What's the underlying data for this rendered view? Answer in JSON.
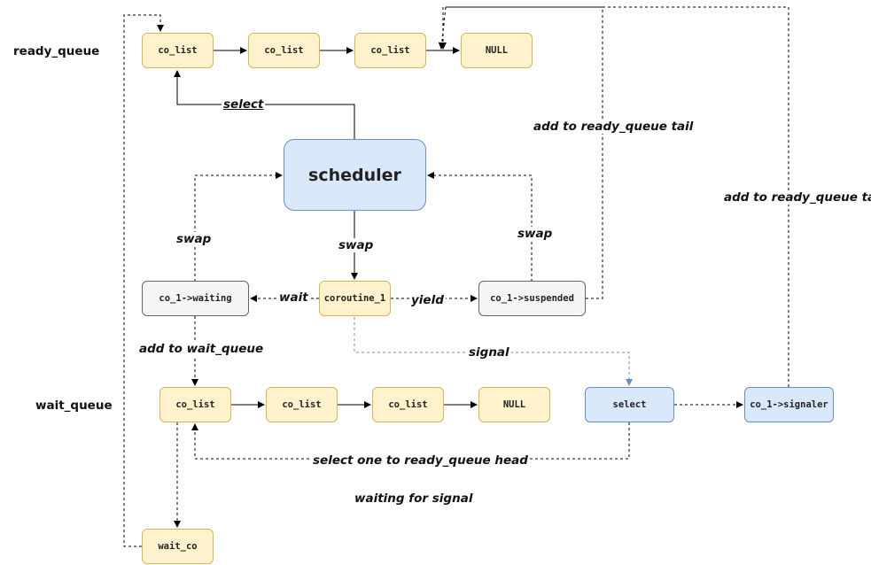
{
  "rows": {
    "ready_queue": "ready_queue",
    "wait_queue": "wait_queue"
  },
  "nodes": {
    "rq1": "co_list",
    "rq2": "co_list",
    "rq3": "co_list",
    "rq_null": "NULL",
    "scheduler": "scheduler",
    "waiting": "co_1->waiting",
    "coroutine": "coroutine_1",
    "suspended": "co_1->suspended",
    "wq1": "co_list",
    "wq2": "co_list",
    "wq3": "co_list",
    "wq_null": "NULL",
    "select": "select",
    "signaler": "co_1->signaler",
    "wait_co": "wait_co"
  },
  "edges": {
    "select": "select",
    "add_ready_tail_1": "add to ready_queue tail",
    "add_ready_tail_2": "add to ready_queue tail",
    "swap_left": "swap",
    "swap_mid": "swap",
    "swap_right": "swap",
    "wait": "wait",
    "yield": "yield",
    "add_wait_queue": "add to wait_queue",
    "signal": "signal",
    "select_one": "select one to ready_queue head",
    "waiting_for_signal": "waiting for signal"
  },
  "colors": {
    "yellow_fill": "#fff2cc",
    "yellow_stroke": "#d6b656",
    "gray_fill": "#f5f5f5",
    "gray_stroke": "#666666",
    "blue_fill": "#dae8fc",
    "blue_stroke": "#6c8ebf",
    "signal_line": "#6c8ebf"
  }
}
